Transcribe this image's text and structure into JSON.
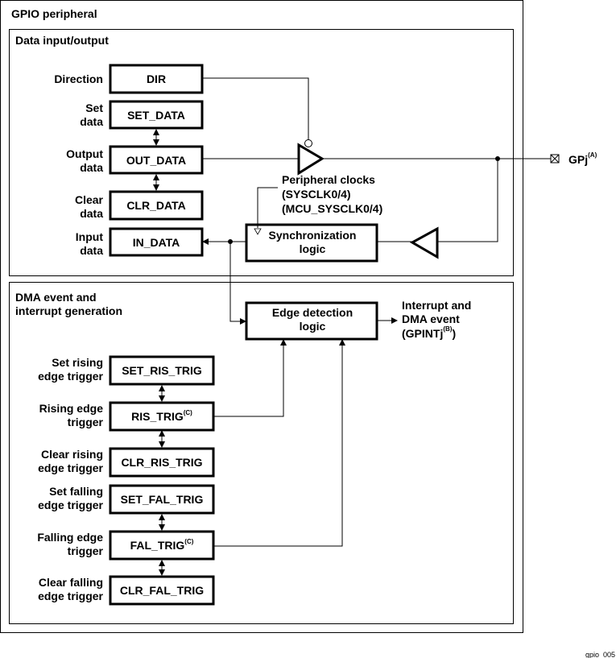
{
  "title": "GPIO peripheral",
  "data_io": {
    "title": "Data input/output",
    "registers": [
      {
        "name": "DIR",
        "label": [
          "Direction"
        ]
      },
      {
        "name": "SET_DATA",
        "label": [
          "Set",
          "data"
        ]
      },
      {
        "name": "OUT_DATA",
        "label": [
          "Output",
          "data"
        ]
      },
      {
        "name": "CLR_DATA",
        "label": [
          "Clear",
          "data"
        ]
      },
      {
        "name": "IN_DATA",
        "label": [
          "Input",
          "data"
        ]
      }
    ],
    "clocks": [
      "Peripheral clocks",
      "(SYSCLK0/4)",
      "(MCU_SYSCLK0/4)"
    ],
    "sync": [
      "Synchronization",
      "logic"
    ],
    "pin": {
      "name": "GPj",
      "note": "(A)"
    }
  },
  "dma": {
    "title": [
      "DMA event and",
      "interrupt generation"
    ],
    "edge": [
      "Edge detection",
      "logic"
    ],
    "output": [
      "Interrupt and",
      "DMA event",
      "(GPINTj",
      "(B)",
      ")"
    ],
    "registers": [
      {
        "name": "SET_RIS_TRIG",
        "note": "",
        "label": [
          "Set rising",
          "edge trigger"
        ]
      },
      {
        "name": "RIS_TRIG",
        "note": "(C)",
        "label": [
          "Rising edge",
          "trigger"
        ]
      },
      {
        "name": "CLR_RIS_TRIG",
        "note": "",
        "label": [
          "Clear rising",
          "edge trigger"
        ]
      },
      {
        "name": "SET_FAL_TRIG",
        "note": "",
        "label": [
          "Set falling",
          "edge trigger"
        ]
      },
      {
        "name": "FAL_TRIG",
        "note": "(C)",
        "label": [
          "Falling edge",
          "trigger"
        ]
      },
      {
        "name": "CLR_FAL_TRIG",
        "note": "",
        "label": [
          "Clear falling",
          "edge trigger"
        ]
      }
    ]
  },
  "figure_id": "gpio_005"
}
